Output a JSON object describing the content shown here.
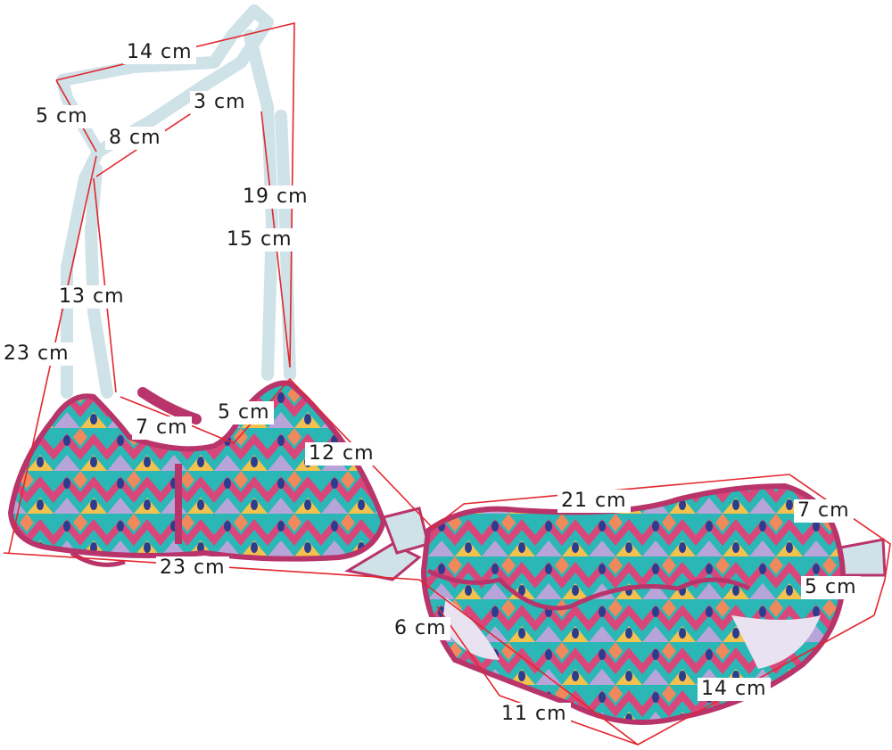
{
  "colors": {
    "measure_line": "#e3262e",
    "strap": "#cfe2e8",
    "trim": "#b8346b",
    "print_teal": "#2bb7b5",
    "print_pink": "#d9477a",
    "print_navy": "#2a3d8f",
    "print_yellow": "#f2c14e",
    "print_lilac": "#b7a5d9"
  },
  "measurements": [
    {
      "id": "strap-top",
      "text": "14 cm"
    },
    {
      "id": "strap-left",
      "text": "5 cm"
    },
    {
      "id": "strap-loop",
      "text": "8 cm"
    },
    {
      "id": "strap-knot",
      "text": "3 cm"
    },
    {
      "id": "strap-right-outer",
      "text": "19 cm"
    },
    {
      "id": "strap-right-inner",
      "text": "15 cm"
    },
    {
      "id": "strap-left-inner",
      "text": "13 cm"
    },
    {
      "id": "strap-left-outer",
      "text": "23 cm"
    },
    {
      "id": "cup-top",
      "text": "5 cm"
    },
    {
      "id": "cup-side",
      "text": "7 cm"
    },
    {
      "id": "cup-edge",
      "text": "12 cm"
    },
    {
      "id": "top-band",
      "text": "23 cm"
    },
    {
      "id": "bottom-waist",
      "text": "21 cm"
    },
    {
      "id": "bottom-side",
      "text": "7 cm"
    },
    {
      "id": "bottom-hip",
      "text": "5 cm"
    },
    {
      "id": "bottom-leg",
      "text": "6 cm"
    },
    {
      "id": "bottom-base",
      "text": "11 cm"
    },
    {
      "id": "bottom-back",
      "text": "14 cm"
    }
  ]
}
